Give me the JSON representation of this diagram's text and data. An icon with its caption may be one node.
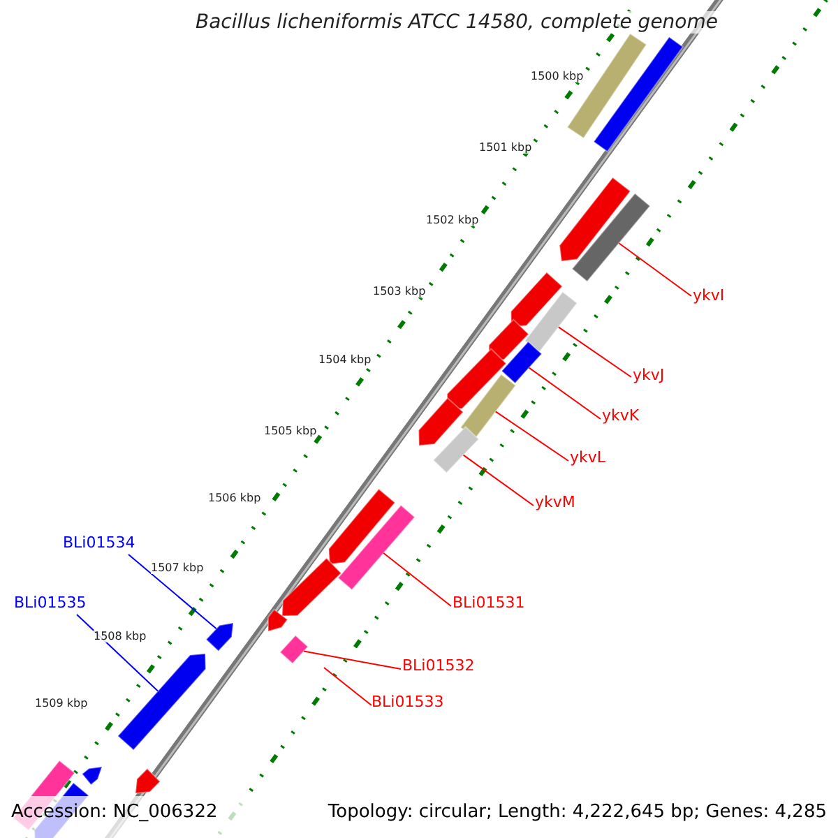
{
  "diagram": {
    "title": "Bacillus licheniformis ATCC 14580, complete genome",
    "nodes": [
      {
        "text": [
          "ykvI"
        ]
      },
      {
        "text": [
          "ykvJ"
        ]
      },
      {
        "text": [
          "ykvK"
        ]
      },
      {
        "text": [
          "ykvL"
        ]
      },
      {
        "text": [
          "ykvM"
        ]
      },
      {
        "text": [
          "BLi01531"
        ]
      },
      {
        "text": [
          "BLi01532"
        ]
      },
      {
        "text": [
          "BLi01533"
        ]
      },
      {
        "text": [
          "BLi01534"
        ]
      },
      {
        "text": [
          "BLi01535"
        ]
      },
      {
        "text": [],
        "shape": "bar"
      },
      {
        "text": [],
        "shape": "bar"
      },
      {
        "text": [],
        "shape": "bar"
      },
      {
        "text": [],
        "shape": "bar"
      },
      {
        "text": [],
        "shape": "bar"
      },
      {
        "text": [],
        "shape": "bar"
      },
      {
        "text": [],
        "shape": "bar"
      },
      {
        "text": [],
        "shape": "bar"
      },
      {
        "text": [],
        "shape": "bar"
      },
      {
        "text": [],
        "shape": "arrow"
      },
      {
        "text": [],
        "shape": "arrow"
      }
    ],
    "edges": [
      {
        "from": 0,
        "to": 12,
        "arrow": "none"
      },
      {
        "from": 1,
        "to": 13,
        "arrow": "none"
      },
      {
        "from": 2,
        "to": 14,
        "arrow": "none"
      },
      {
        "from": 3,
        "to": 15,
        "arrow": "none"
      },
      {
        "from": 4,
        "to": 16,
        "arrow": "none"
      },
      {
        "from": 5,
        "to": 17,
        "arrow": "none"
      },
      {
        "from": 6,
        "to": 18,
        "arrow": "none"
      },
      {
        "from": 7,
        "to": null,
        "arrow": "none"
      },
      {
        "from": 8,
        "to": 19,
        "arrow": "none",
        "color": "#0000ff"
      },
      {
        "from": 9,
        "to": 20,
        "arrow": "none",
        "color": "#0000ff"
      }
    ],
    "labels": [
      "1500 kbp",
      "1501 kbp",
      "1502 kbp",
      "1503 kbp",
      "1504 kbp",
      "1505 kbp",
      "1506 kbp",
      "1507 kbp",
      "1508 kbp",
      "1509 kbp",
      "Accession: NC_006322",
      "Topology: circular; Length: 4,222,645 bp; Genes: 4,285"
    ]
  }
}
